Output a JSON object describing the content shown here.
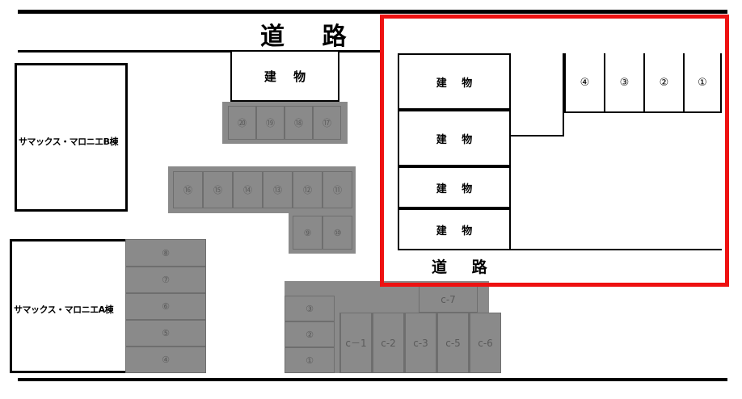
{
  "diagram": {
    "title_road_top": "道 路",
    "title_road_inner": "道 路",
    "building_label": "建 物",
    "colors": {
      "highlight": "#ee1111",
      "parking_fill": "#8a8a8a",
      "parking_line": "#6e6e6e",
      "outline": "#000000",
      "background": "#ffffff"
    }
  },
  "buildings": {
    "b_block": {
      "name": "サマックス・マロニエB棟"
    },
    "a_block": {
      "name": "サマックス・マロニエA棟"
    },
    "top_middle": {
      "label": "建 物"
    }
  },
  "inner_buildings": [
    {
      "label": "建 物"
    },
    {
      "label": "建 物"
    },
    {
      "label": "建 物"
    },
    {
      "label": "建 物"
    }
  ],
  "parking": {
    "top_row": {
      "stalls": [
        "⑳",
        "⑲",
        "⑱",
        "⑰"
      ]
    },
    "middle_row": {
      "stalls": [
        "⑯",
        "⑮",
        "⑭",
        "⑬",
        "⑫",
        "⑪"
      ]
    },
    "middle_lower": {
      "stalls": [
        "⑨",
        "⑩"
      ]
    },
    "a_block_column": {
      "stalls": [
        "⑧",
        "⑦",
        "⑥",
        "⑤",
        "④"
      ]
    },
    "center_column": {
      "stalls": [
        "③",
        "②",
        "①"
      ]
    },
    "c_row": {
      "stalls": [
        "c－1",
        "c-2",
        "c-3",
        "c-5",
        "c-6"
      ]
    },
    "c_upper": {
      "stalls": [
        "c-7"
      ]
    },
    "inner_row": {
      "stalls": [
        "④",
        "③",
        "②",
        "①"
      ]
    }
  }
}
